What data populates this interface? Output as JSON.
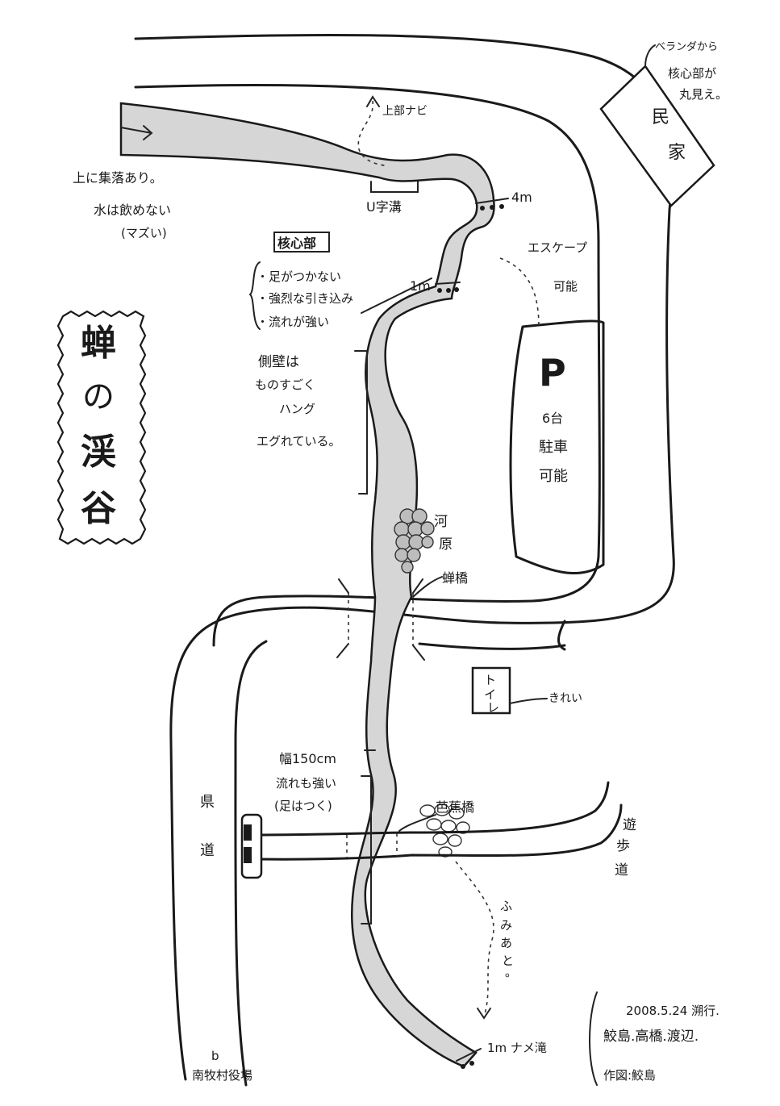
{
  "title": {
    "chars": [
      "蝉",
      "の",
      "渓",
      "谷"
    ]
  },
  "labels": {
    "minka": [
      "民",
      "家"
    ],
    "veranda": [
      "ベランダから",
      "核心部が",
      "丸見え。"
    ],
    "upstream_1": "上に集落あり。",
    "upstream_2": "水は飲めない",
    "upstream_3": "(マズい)",
    "jouryuu": "上部ナビ",
    "u_mizo": "U字溝",
    "fall_4m": "4m",
    "fall_1m_top": "1m",
    "escape": [
      "エスケープ",
      "可能"
    ],
    "kakushinbu": "核心部",
    "kakushin_points": [
      "・足がつかない",
      "・強烈な引き込み",
      "・流れが強い"
    ],
    "sokuheki": [
      "側壁は",
      "ものすごく",
      "ハング",
      "エグれている。"
    ],
    "parking_p": "P",
    "parking": [
      "6台",
      "駐車",
      "可能"
    ],
    "kawara": [
      "河",
      "原"
    ],
    "semi_bashi": "蝉橋",
    "toilet": [
      "ト",
      "イ",
      "レ"
    ],
    "kirei": "きれい",
    "haba": [
      "幅150cm",
      "流れも強い",
      "(足はつく)"
    ],
    "basho_bashi": "芭蕉橋",
    "yuuhodou": [
      "遊",
      "歩",
      "道"
    ],
    "kendou": [
      "県",
      "道"
    ],
    "fumiato": [
      "ふ",
      "み",
      "あ",
      "と",
      "。"
    ],
    "fall_bottom": "1m ナメ滝",
    "b_mark": "b",
    "village_office": "南牧村役場",
    "credit_1": "2008.5.24 溯行.",
    "credit_2": "鮫島.高橋.渡辺.",
    "credit_3": "作図:鮫島"
  },
  "colors": {
    "ink": "#1a1a1a",
    "river_fill": "#d6d6d6",
    "paper": "#ffffff"
  }
}
